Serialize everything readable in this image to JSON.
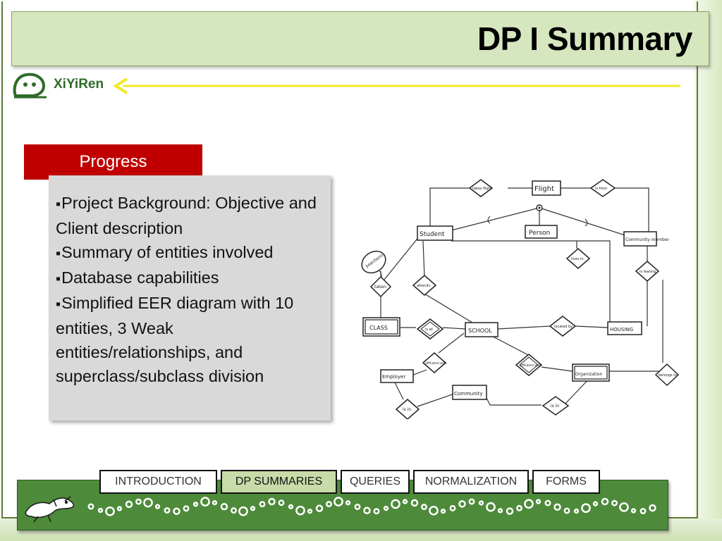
{
  "slide": {
    "title": "DP I Summary",
    "logo_text": "XiYiRen",
    "colors": {
      "title_bar": "#d6e7bf",
      "accent_red": "#c00000",
      "nav_band": "#4d8a3a",
      "arrow_yellow": "#f0ea2a",
      "active_tab": "#c8dba8"
    }
  },
  "progress": {
    "tab_label": "Progress",
    "bullets": [
      "Project Background: Objective and Client description",
      "Summary of entities involved",
      "Database capabilities",
      "Simplified EER diagram with 10 entities, 3 Weak entities/relationships, and superclass/subclass division"
    ]
  },
  "diagram": {
    "entities": [
      "Flight",
      "Student",
      "Person",
      "Community member",
      "CLASS",
      "SCHOOL",
      "HOUSING",
      "Employer",
      "Community",
      "Organization"
    ],
    "relationships": [
      "takes flight",
      "is from",
      "year/term",
      "taken",
      "attends",
      "lives in",
      "is leasing",
      "is at",
      "located by",
      "affiliated with",
      "affiliated with",
      "belongs to",
      "is in",
      "is in"
    ]
  },
  "nav": {
    "tabs": [
      {
        "label": "INTRODUCTION",
        "active": false
      },
      {
        "label": "DP SUMMARIES",
        "active": true
      },
      {
        "label": "QUERIES",
        "active": false
      },
      {
        "label": "NORMALIZATION",
        "active": false
      },
      {
        "label": "FORMS",
        "active": false
      }
    ]
  }
}
